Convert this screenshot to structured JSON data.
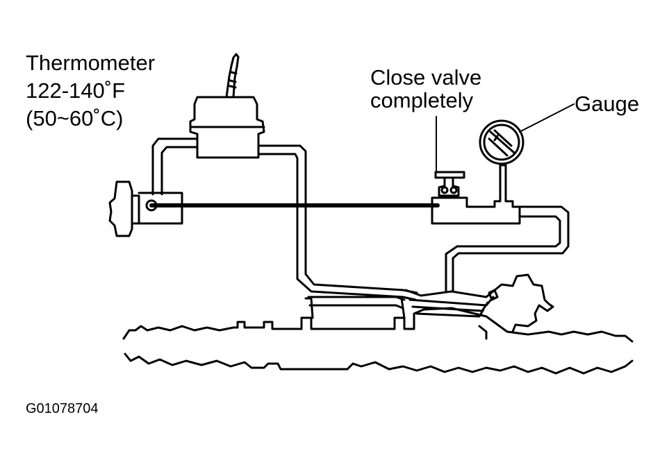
{
  "labels": {
    "thermometer": "Thermometer",
    "temp_f": "122-140˚F",
    "temp_c": "(50~60˚C)",
    "valve_line1": "Close valve",
    "valve_line2": "completely",
    "gauge": "Gauge",
    "figure_code": "G01078704"
  },
  "colors": {
    "ink": "#000000",
    "background": "#ffffff"
  }
}
